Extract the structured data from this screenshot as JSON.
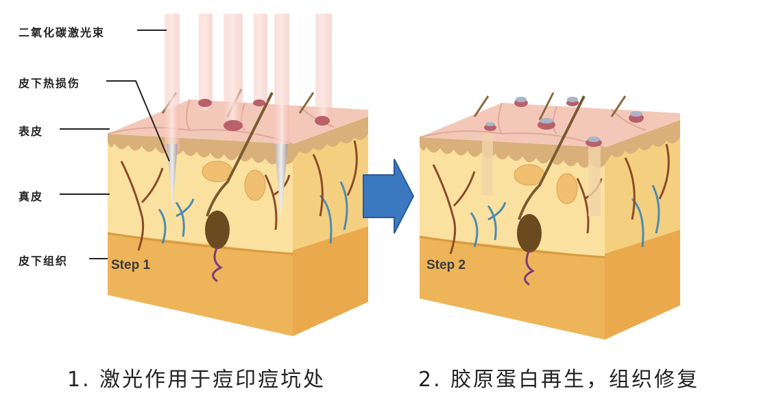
{
  "labels": {
    "co2_beam": "二氧化碳激光束",
    "thermal_injury": "皮下热损伤",
    "epidermis": "表皮",
    "dermis": "真皮",
    "subcutaneous": "皮下组织"
  },
  "steps": [
    "Step 1",
    "Step 2"
  ],
  "captions": [
    "1. 激光作用于痘印痘坑处",
    "2. 胶原蛋白再生，组织修复"
  ],
  "colors": {
    "arrow": "#3b78c0",
    "epidermis": "#f3c8b8",
    "dermis": "#f9dd94",
    "subcutaneous": "#eeb45a"
  }
}
